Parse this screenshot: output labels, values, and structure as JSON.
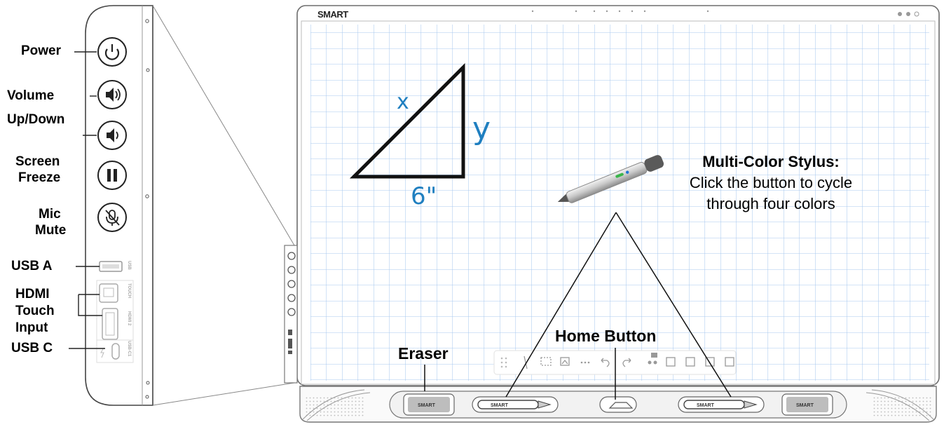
{
  "side_panel": {
    "labels": {
      "power": "Power",
      "volume_1": "Volume",
      "volume_2": "Up/Down",
      "freeze_1": "Screen",
      "freeze_2": "Freeze",
      "mic_1": "Mic",
      "mic_2": "Mute",
      "usb_a": "USB A",
      "hdmi_1": "HDMI",
      "hdmi_2": "Touch",
      "hdmi_3": "Input",
      "usb_c": "USB C"
    },
    "port_text": {
      "usb": "USB",
      "touch": "TOUCH",
      "hdmi": "HDMI 2",
      "usbc": "USB-C1"
    }
  },
  "board": {
    "logo": "SMART",
    "triangle": {
      "side_x": "x",
      "side_y": "y",
      "side_base": "6\""
    },
    "stylus": {
      "title": "Multi-Color Stylus:",
      "desc_1": "Click the button to cycle",
      "desc_2": "through four colors"
    },
    "eraser_label": "Eraser",
    "home_label": "Home Button",
    "tray": {
      "eraser_logo_left": "SMART",
      "pen_logo_left": "SMART",
      "pen_logo_right": "SMART",
      "eraser_logo_right": "SMART"
    }
  },
  "colors": {
    "ink_blue": "#1f7fc0",
    "grid_blue": "#a9c9ef",
    "frame_gray": "#7a7a7a"
  }
}
